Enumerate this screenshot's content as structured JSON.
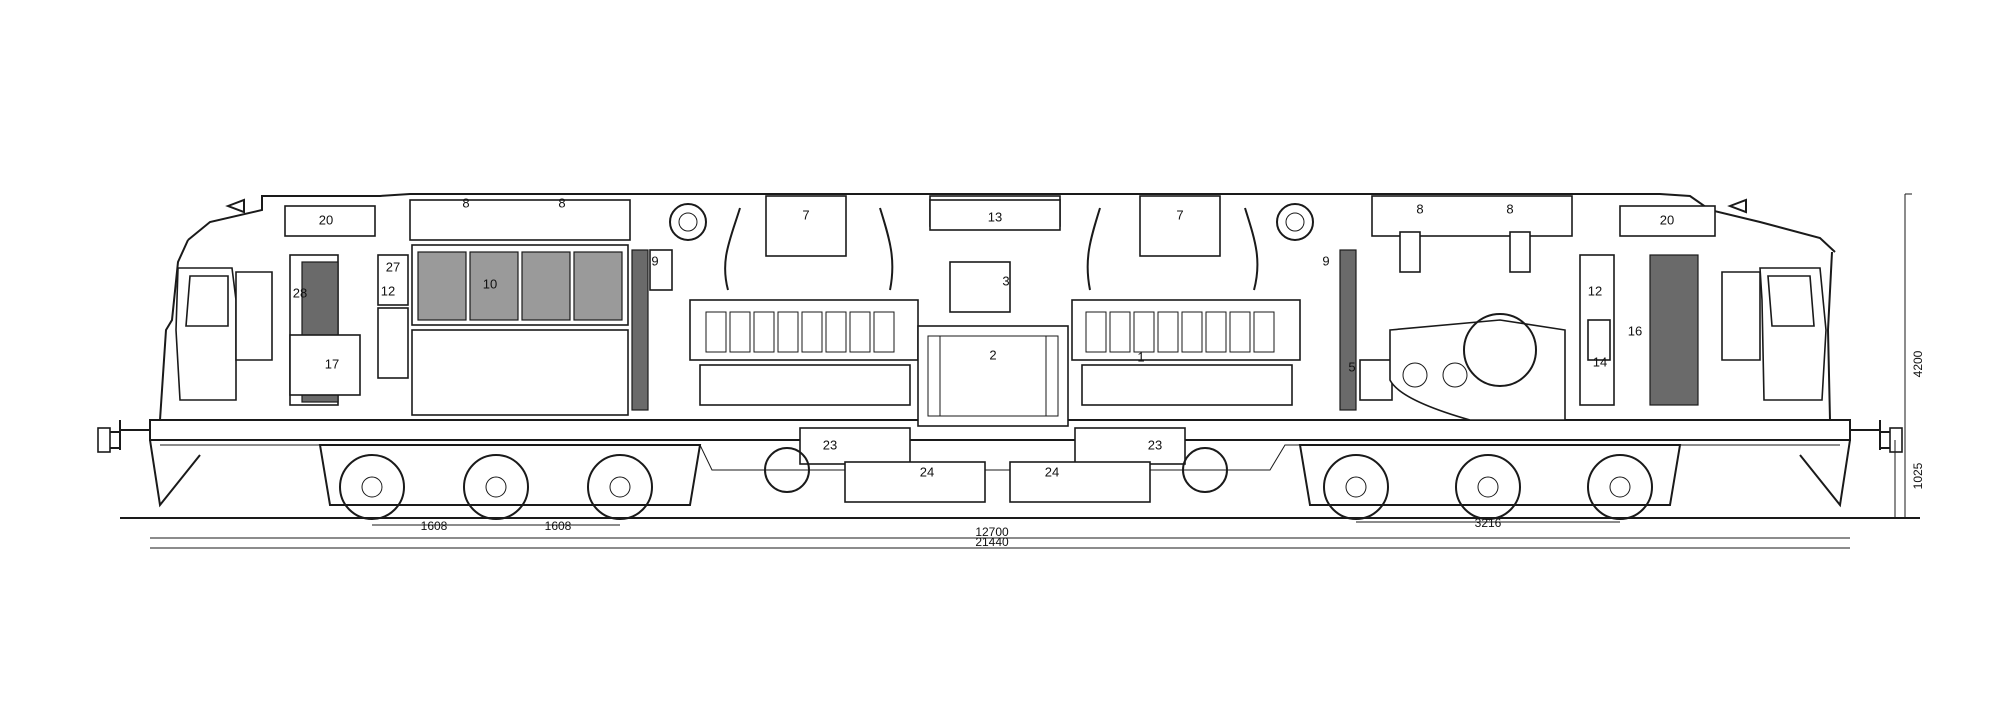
{
  "diagram": {
    "part_labels": [
      "1",
      "2",
      "3",
      "5",
      "7",
      "7",
      "8",
      "8",
      "8",
      "8",
      "9",
      "9",
      "10",
      "12",
      "12",
      "13",
      "14",
      "16",
      "17",
      "20",
      "20",
      "23",
      "23",
      "24",
      "24",
      "27",
      "28"
    ],
    "dimensions": {
      "axle_spacing_1": "1608",
      "axle_spacing_2": "1608",
      "bogie_wheelbase": "3216",
      "bogie_centres": "12700",
      "overall_length": "21440",
      "overall_height": "4200",
      "buffer_height": "1025"
    }
  }
}
